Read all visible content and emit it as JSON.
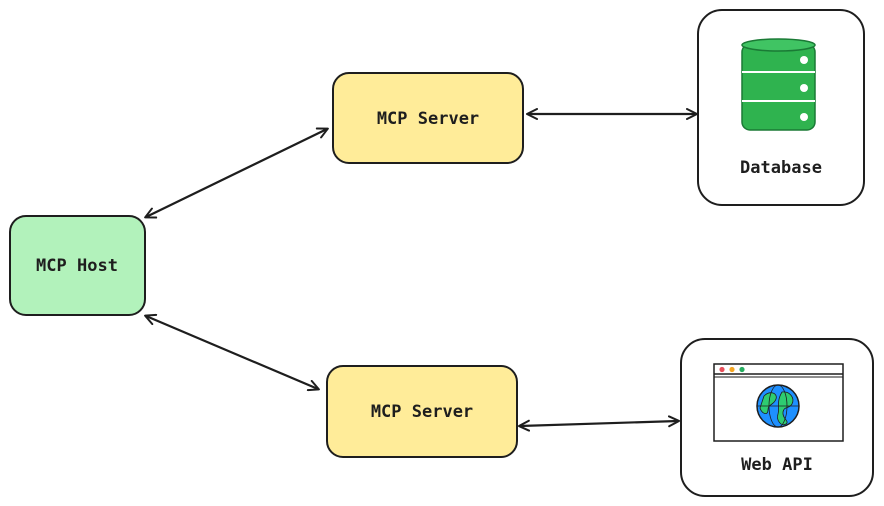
{
  "nodes": {
    "host": {
      "label": "MCP Host",
      "fill": "#b2f2bb"
    },
    "server_top": {
      "label": "MCP Server",
      "fill": "#ffec99"
    },
    "server_bottom": {
      "label": "MCP Server",
      "fill": "#ffec99"
    },
    "database": {
      "label": "Database",
      "icon": "database-icon",
      "icon_color": "#2fb34f"
    },
    "web_api": {
      "label": "Web API",
      "icon": "browser-globe-icon",
      "globe_color": "#1e90ff"
    }
  },
  "edges": [
    {
      "from": "host",
      "to": "server_top",
      "direction": "both"
    },
    {
      "from": "host",
      "to": "server_bottom",
      "direction": "both"
    },
    {
      "from": "server_top",
      "to": "database",
      "direction": "both"
    },
    {
      "from": "server_bottom",
      "to": "web_api",
      "direction": "both"
    }
  ],
  "colors": {
    "stroke": "#1e1e1e",
    "background": "#ffffff"
  }
}
